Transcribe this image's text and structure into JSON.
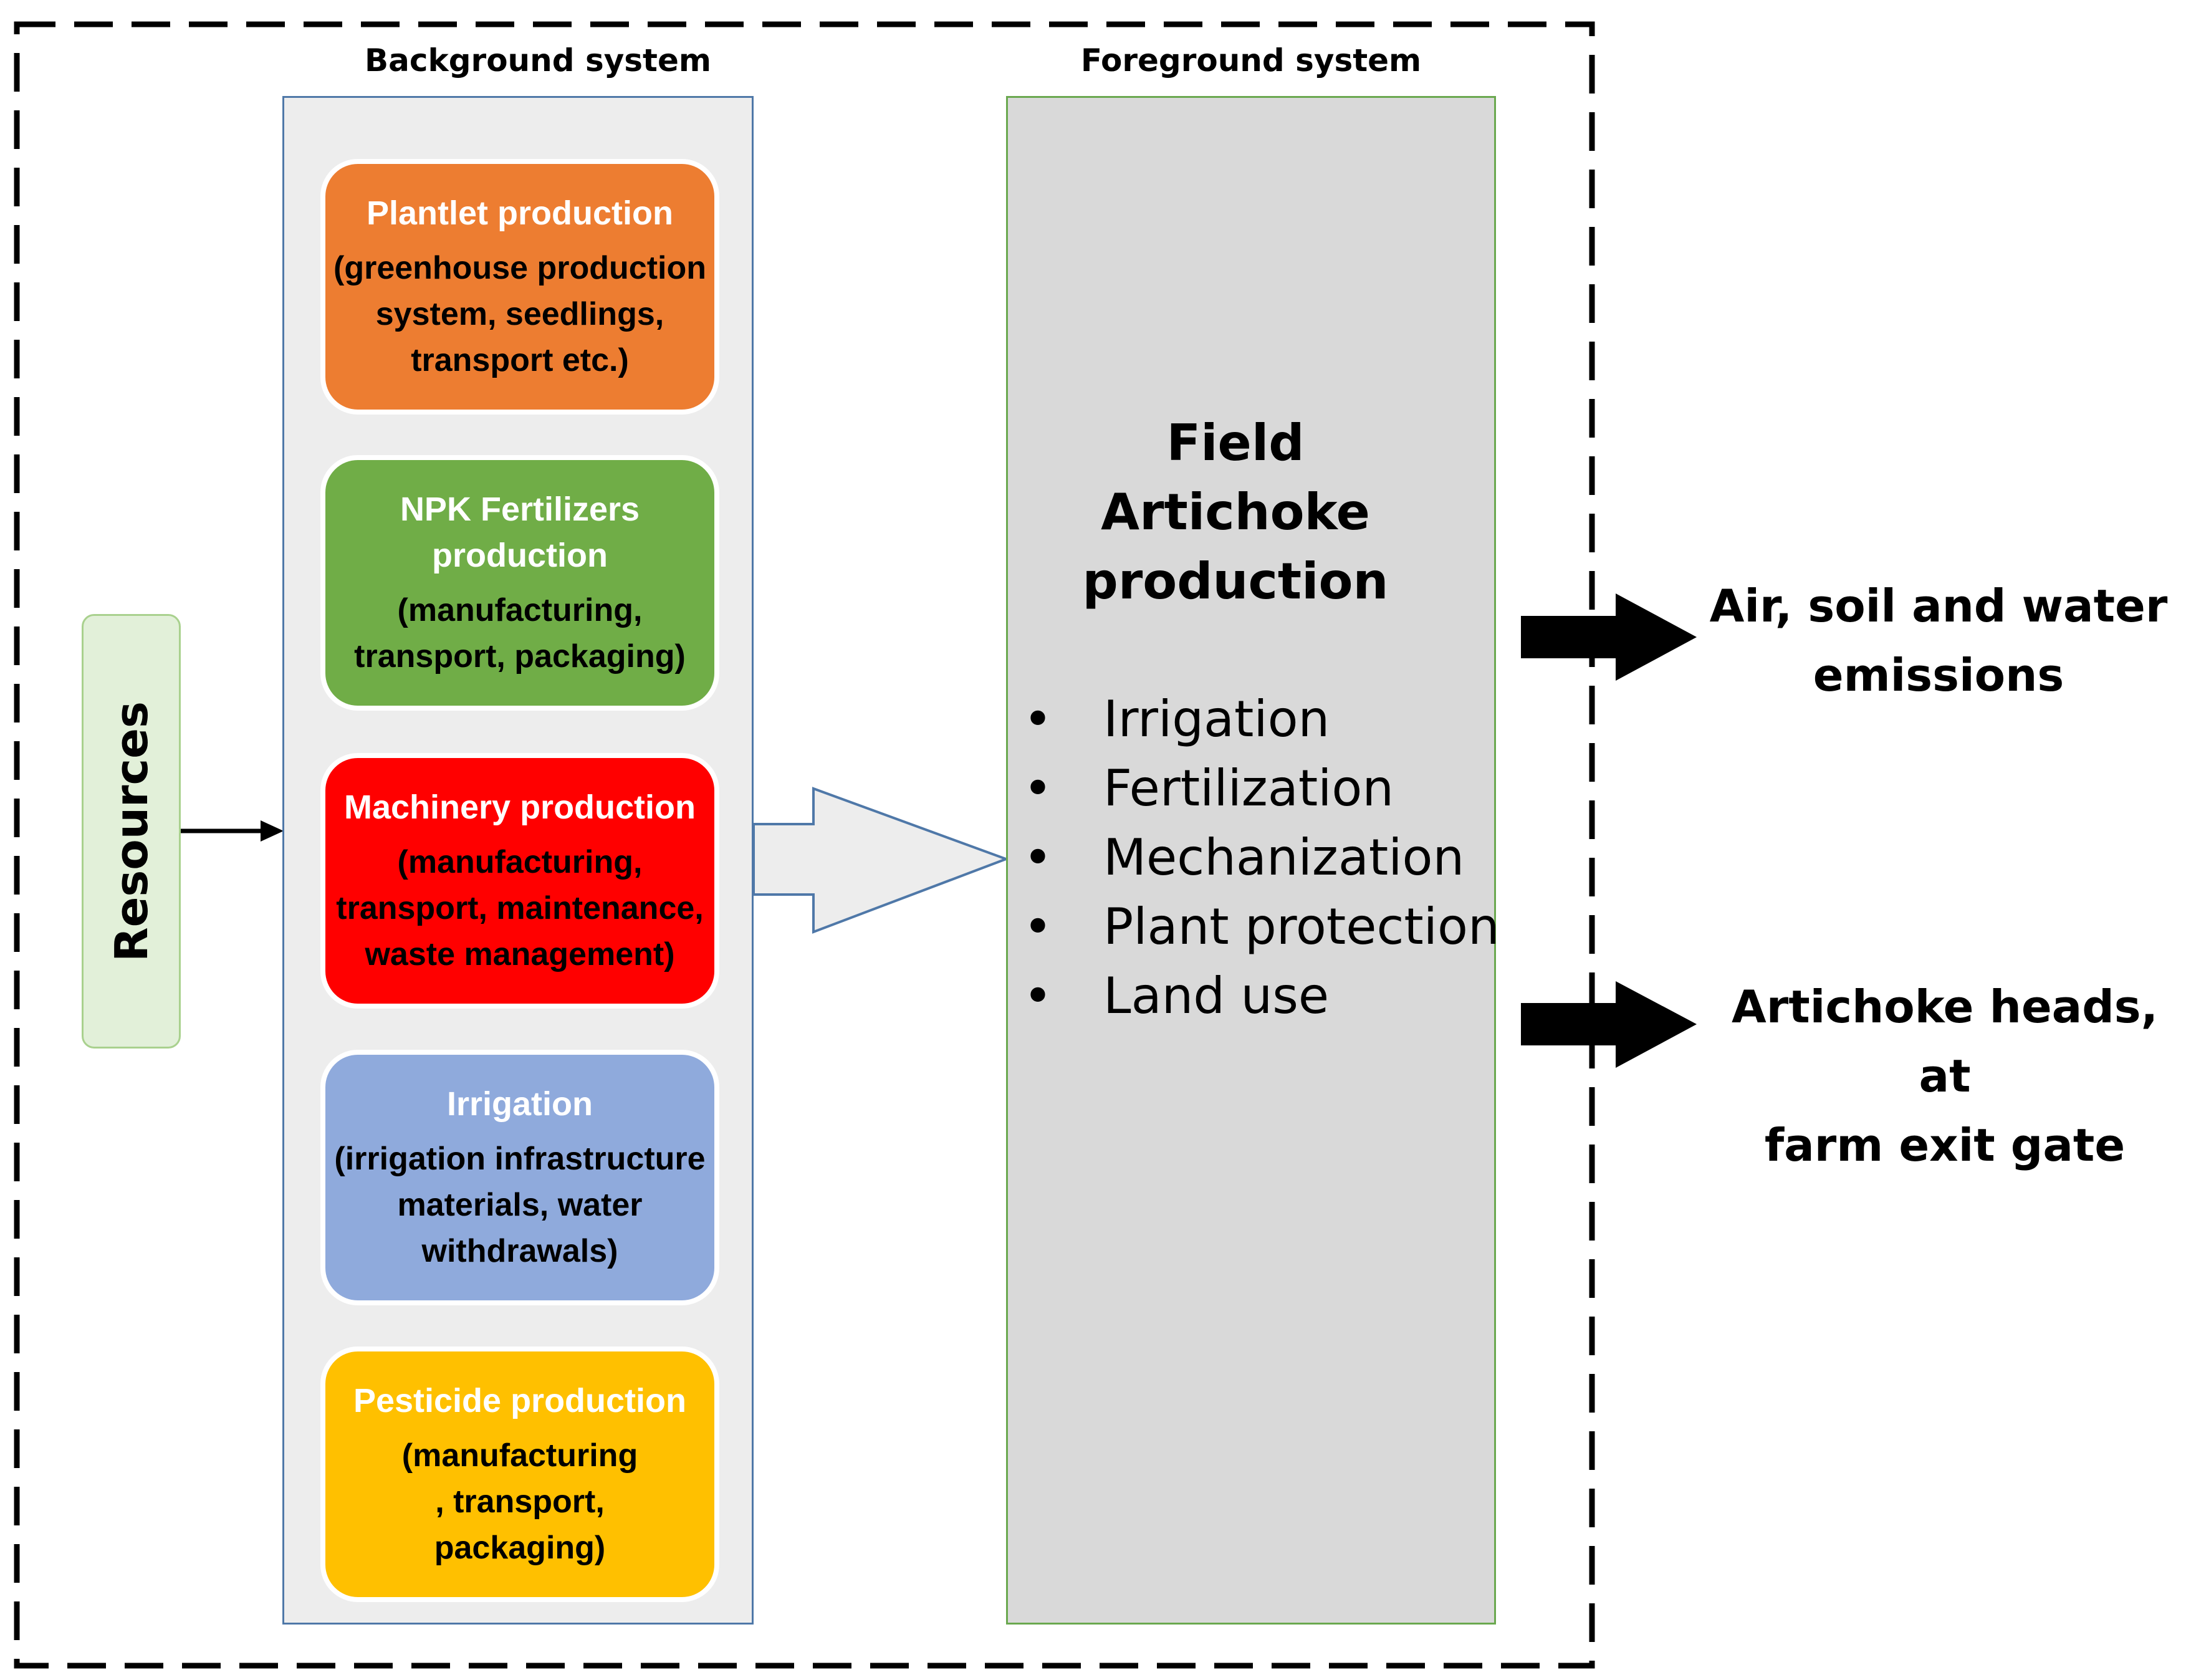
{
  "headers": {
    "background": "Background system",
    "foreground": "Foreground system"
  },
  "resources": {
    "label": "Resources",
    "fill": "#e2f0d9",
    "border": "#a9d18e"
  },
  "background_processes": [
    {
      "title": "Plantlet production",
      "description": "(greenhouse production\nsystem, seedlings,\ntransport etc.)",
      "color": "#ed7d31"
    },
    {
      "title": "NPK Fertilizers\nproduction",
      "description": "(manufacturing,\ntransport, packaging)",
      "color": "#70ad47"
    },
    {
      "title": "Machinery production",
      "description": "(manufacturing,\ntransport, maintenance,\nwaste management)",
      "color": "#ff0000"
    },
    {
      "title": "Irrigation",
      "description": "(irrigation infrastructure\nmaterials, water\nwithdrawals)",
      "color": "#8faadc"
    },
    {
      "title": "Pesticide production",
      "description": "(manufacturing\n, transport,\npackaging)",
      "color": "#ffc000"
    }
  ],
  "foreground": {
    "title": "Field\nArtichoke\nproduction",
    "activities": [
      "Irrigation",
      "Fertilization",
      "Mechanization",
      "Plant protection",
      "Land use"
    ],
    "bullet": "•"
  },
  "outputs": [
    "Air, soil and water\nemissions",
    "Artichoke heads, at\nfarm exit gate"
  ]
}
